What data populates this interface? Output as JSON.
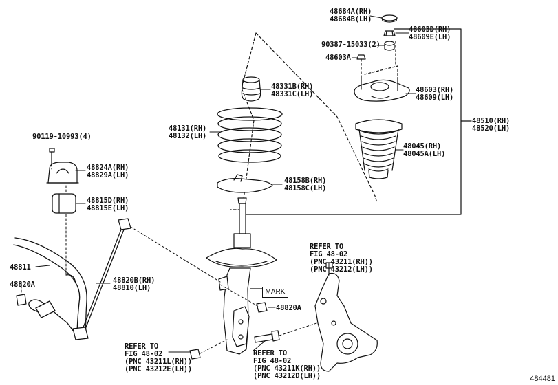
{
  "labels": {
    "p48684": [
      "48684A(RH)",
      "48684B(LH)"
    ],
    "p48603d": [
      "48603D(RH)",
      "48609E(LH)"
    ],
    "p90387": [
      "90387-15033(2)"
    ],
    "p48603a": [
      "48603A"
    ],
    "p48331": [
      "48331B(RH)",
      "48331C(LH)"
    ],
    "p48603": [
      "48603(RH)",
      "48609(LH)"
    ],
    "p48131": [
      "48131(RH)",
      "48132(LH)"
    ],
    "p48510": [
      "48510(RH)",
      "48520(LH)"
    ],
    "p48045": [
      "48045(RH)",
      "48045A(LH)"
    ],
    "p90119": [
      "90119-10993(4)"
    ],
    "p48824": [
      "48824A(RH)",
      "48829A(LH)"
    ],
    "p48158": [
      "48158B(RH)",
      "48158C(LH)"
    ],
    "p48815": [
      "48815D(RH)",
      "48815E(LH)"
    ],
    "refer_top": [
      "REFER TO",
      "FIG 48-02",
      "(PNC 43211(RH))",
      "(PNC 43212(LH))"
    ],
    "p48811": [
      "48811"
    ],
    "p48820b": [
      "48820B(RH)",
      "48810(LH)"
    ],
    "p48820a_left": [
      "48820A"
    ],
    "p48820a_mid": [
      "48820A"
    ],
    "refer_bl": [
      "REFER TO",
      "FIG 48-02",
      "(PNC 43211L(RH))",
      "(PNC 43212E(LH))"
    ],
    "refer_br": [
      "REFER TO",
      "FIG 48-02",
      "(PNC 43211K(RH))",
      "(PNC 43212D(LH))"
    ]
  },
  "mark_label": "MARK",
  "figure_number": "484481"
}
